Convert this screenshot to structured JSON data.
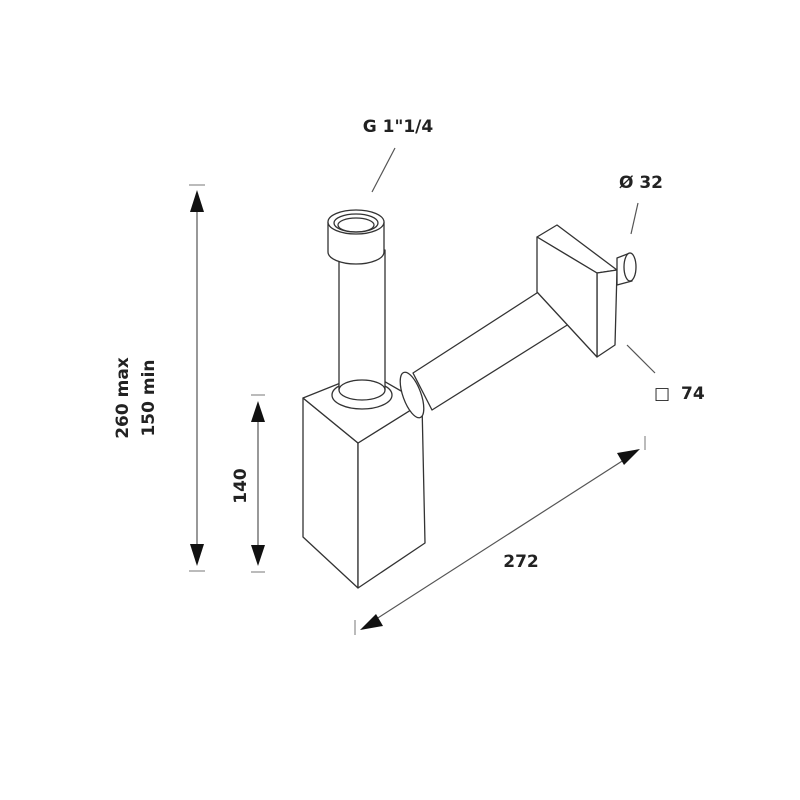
{
  "labels": {
    "thread": "G 1\"1/4",
    "diameter": "Ø 32",
    "square_symbol": "□",
    "square": "74",
    "length": "272",
    "height_max": "260 max",
    "height_min": "150 min",
    "box_height": "140"
  }
}
